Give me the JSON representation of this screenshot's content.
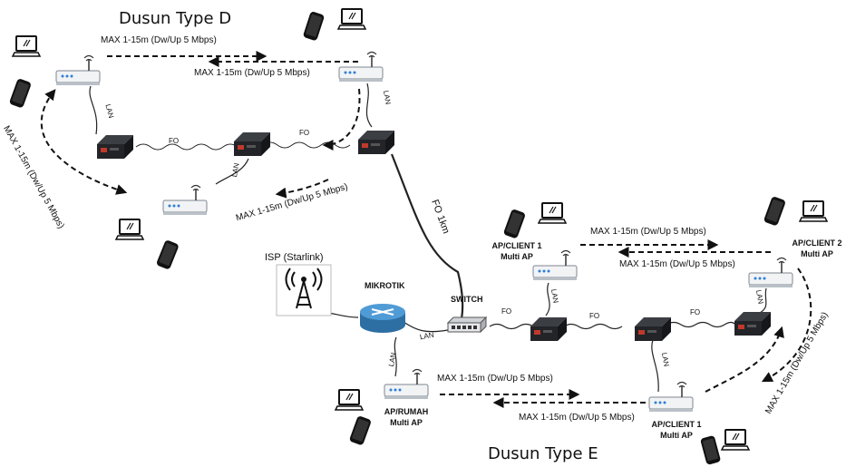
{
  "titles": {
    "dusun_d": "Dusun Type D",
    "dusun_e": "Dusun Type E"
  },
  "labels": {
    "wifi_range": "MAX 1-15m (Dw/Up  5 Mbps)",
    "fo": "FO",
    "lan": "LAN",
    "fo_1km": "FO 1km",
    "isp": "ISP (Starlink)",
    "mikrotik": "MIKROTIK",
    "switch": "SWITCH",
    "ap_rumah": "AP/RUMAH",
    "ap_client_1": "AP/CLIENT 1",
    "ap_client_2": "AP/CLIENT 2",
    "multi_ap": "Multi AP"
  }
}
